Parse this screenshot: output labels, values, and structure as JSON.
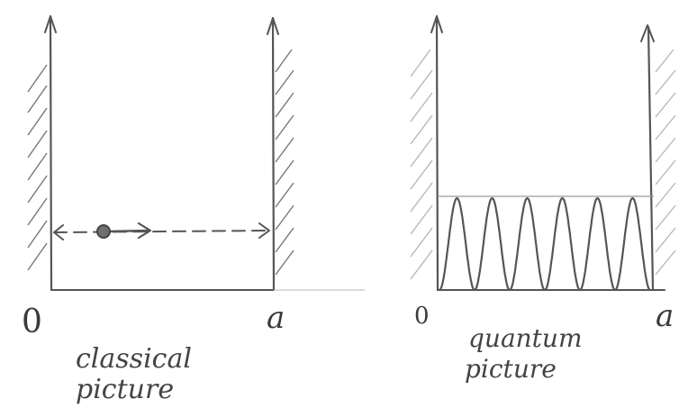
{
  "classical": {
    "left_label": "0",
    "right_label": "a",
    "caption_line1": "classical",
    "caption_line2": "picture"
  },
  "quantum": {
    "left_label": "0",
    "right_label": "a",
    "caption_line1": "quantum",
    "caption_line2": "picture",
    "peaks": 6
  }
}
